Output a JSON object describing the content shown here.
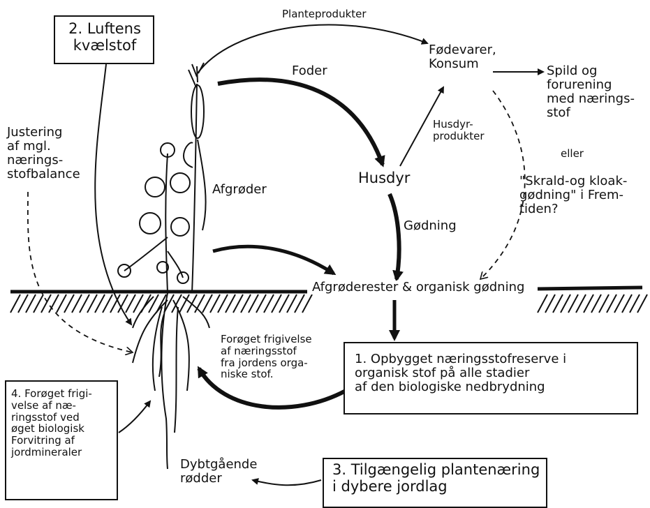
{
  "labels": {
    "planteprodukter": "Planteprodukter",
    "luftens_kvaelstof": "2. Luftens\nkvælstof",
    "foder": "Foder",
    "fodevarer": "Fødevarer,\nKonsum",
    "spild": "Spild og\nforurening\nmed nærings-\nstof",
    "eller": "eller",
    "justering": "Justering\naf mgl.\nnærings-\nstofbalance",
    "husdyrprodukter": "Husdyr-\nprodukter",
    "afgroder": "Afgrøder",
    "husdyr": "Husdyr",
    "skrald": "\"Skrald-og kloak-\ngødning\" i Frem-\ntiden?",
    "godning": "Gødning",
    "afgroderester": "Afgrøderester & organisk gødning",
    "foroget_frigivelse": "Forøget frigivelse\naf næringsstof\nfra jordens orga-\nniske stof.",
    "opbygget": "1. Opbygget næringsstofreserve i\norganisk stof på alle stadier\naf den biologiske nedbrydning",
    "foroget_biologisk": "4. Forøget frigi-\nvelse af næ-\nringsstof ved\nøget biologisk\nForvitring af\njordmineraler",
    "dybtgaaende": "Dybtgående\nrødder",
    "tilgaengelig": "3. Tilgængelig plantenæring\ni dybere jordlag"
  }
}
